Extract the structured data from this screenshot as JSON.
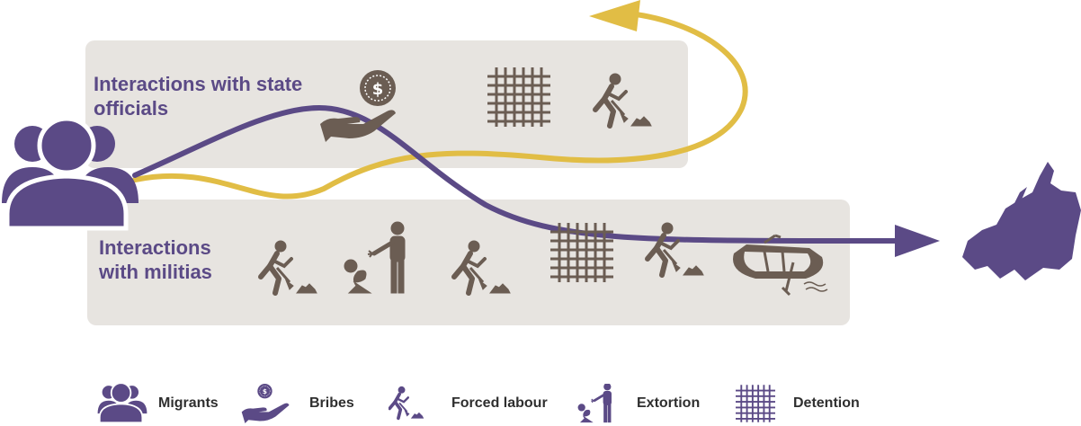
{
  "groups": {
    "state_officials": "Interactions with state officials",
    "militias": "Interactions with militias"
  },
  "legend": {
    "migrants": "Migrants",
    "bribes": "Bribes",
    "forced_labour": "Forced labour",
    "extortion": "Extortion",
    "detention": "Detention"
  },
  "colors": {
    "purple": "#5b4a86",
    "gold": "#e1bd45",
    "brown": "#6b5d53",
    "panel": "#e7e4e0"
  },
  "icons": [
    "migrants-icon",
    "bribe-hand-icon",
    "coin-icon",
    "detention-grid-icon",
    "forced-labour-icon",
    "extortion-icon",
    "dinghy-icon",
    "europe-map-icon"
  ]
}
